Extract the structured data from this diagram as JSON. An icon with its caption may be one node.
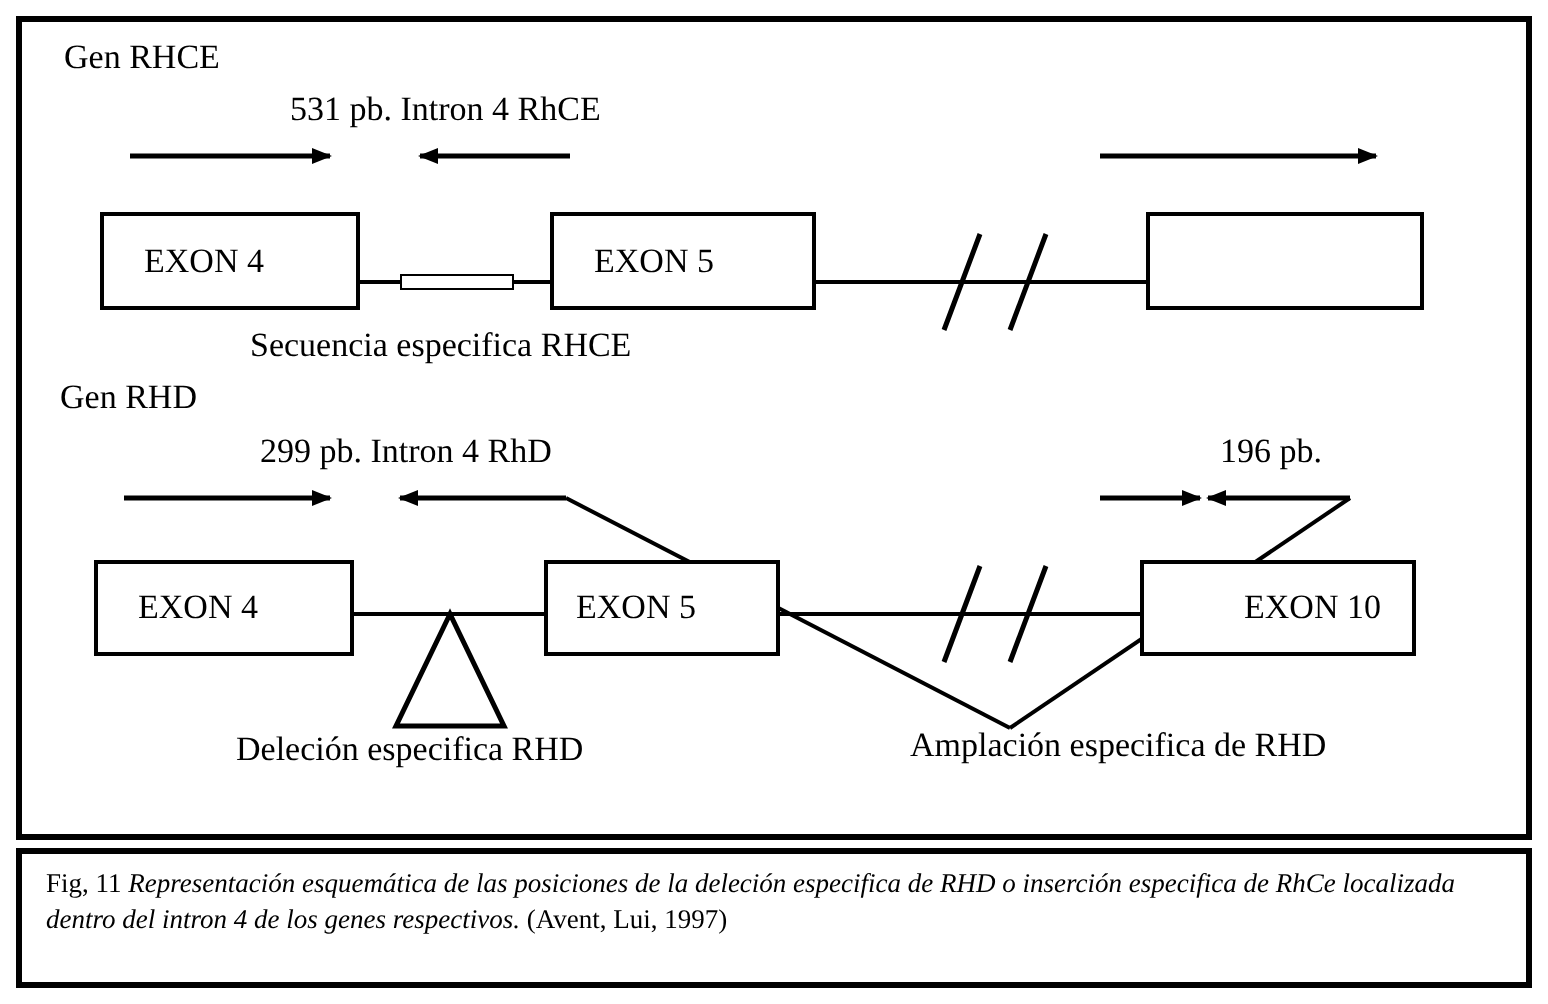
{
  "diagram": {
    "caption": "Fig, 11 *Representación esquemática de las posiciones de la deleción especifica de RHD o inserción especifica de RhCe localizada dentro del intron 4 de los genes respectivos.* (Avent, Lui, 1997)",
    "nodes": [
      {
        "text": [
          "EXON 4"
        ]
      },
      {
        "text": [],
        "shape": "box",
        "beside": [
          "Secuencia especifica RHCE"
        ]
      },
      {
        "text": [
          "EXON 5"
        ]
      },
      {
        "text": [],
        "shape": "box"
      },
      {
        "text": [
          "EXON 4"
        ]
      },
      {
        "text": [],
        "shape": "triangle",
        "beside": [
          "Deleción especifica RHD"
        ]
      },
      {
        "text": [
          "EXON 5"
        ]
      },
      {
        "text": [
          "EXON 10"
        ]
      },
      {
        "text": [
          "Amplación especifica de RHD"
        ]
      }
    ],
    "edges": [
      {
        "from": 0,
        "to": 1,
        "arrow": "none"
      },
      {
        "from": 1,
        "to": 2,
        "arrow": "none"
      },
      {
        "from": 2,
        "to": 3,
        "arrow": "none"
      },
      {
        "from": 4,
        "to": 6,
        "arrow": "none"
      },
      {
        "from": 6,
        "to": 7,
        "arrow": "none"
      },
      {
        "from": 8,
        "to": null,
        "arrow": "none"
      },
      {
        "from": 8,
        "to": null,
        "arrow": "none"
      }
    ],
    "labels": [
      "Gen RHCE",
      "531 pb. Intron 4 RhCE",
      "Gen RHD",
      "299 pb. Intron 4 RhD",
      "196 pb."
    ]
  }
}
